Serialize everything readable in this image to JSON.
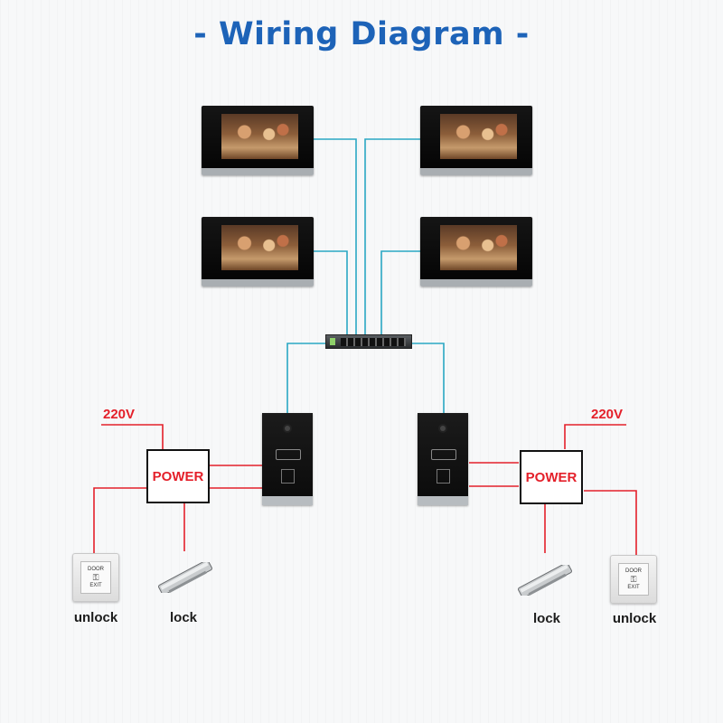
{
  "title": "- Wiring Diagram -",
  "colors": {
    "title": "#1d63b8",
    "data_wire": "#2aa7c4",
    "power_wire": "#e4202a",
    "power_label": "#e4202a"
  },
  "devices": {
    "monitors": [
      {
        "name": "indoor-monitor-1"
      },
      {
        "name": "indoor-monitor-2"
      },
      {
        "name": "indoor-monitor-3"
      },
      {
        "name": "indoor-monitor-4"
      }
    ],
    "switch": {
      "name": "poe-switch"
    },
    "door_stations": [
      {
        "name": "door-station-left"
      },
      {
        "name": "door-station-right"
      }
    ]
  },
  "left_group": {
    "voltage": "220V",
    "power": "POWER",
    "exit_button_text": [
      "DOOR",
      "EXIT"
    ],
    "unlock_label": "unlock",
    "lock_label": "lock"
  },
  "right_group": {
    "voltage": "220V",
    "power": "POWER",
    "exit_button_text": [
      "DOOR",
      "EXIT"
    ],
    "unlock_label": "unlock",
    "lock_label": "lock"
  }
}
